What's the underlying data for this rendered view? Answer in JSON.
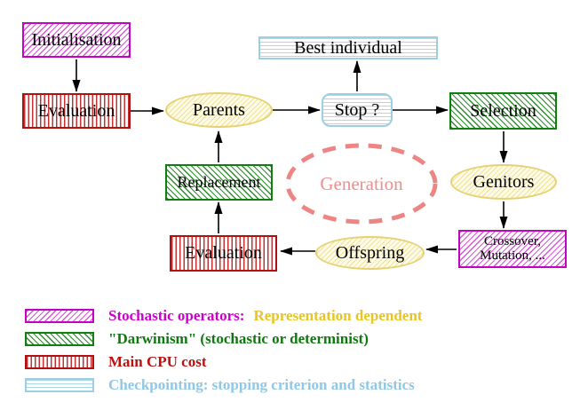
{
  "diagram": {
    "nodes": {
      "initialisation": {
        "label": "Initialisation"
      },
      "evaluation_top": {
        "label": "Evaluation"
      },
      "parents": {
        "label": "Parents"
      },
      "best_individual": {
        "label": "Best individual"
      },
      "stop": {
        "label": "Stop ?"
      },
      "selection": {
        "label": "Selection"
      },
      "genitors": {
        "label": "Genitors"
      },
      "replacement": {
        "label": "Replacement"
      },
      "evaluation_bottom": {
        "label": "Evaluation"
      },
      "offspring": {
        "label": "Offspring"
      },
      "crossover_mutation": {
        "line1": "Crossover,",
        "line2": "Mutation, ..."
      },
      "generation": {
        "label": "Generation"
      }
    },
    "legend": {
      "rows": [
        {
          "swatch": "magenta-diagonal-hatch",
          "primary": "Stochastic operators:",
          "secondary": "Representation dependent"
        },
        {
          "swatch": "green-diagonal-hatch",
          "primary": "\"Darwinism\" (stochastic or determinist)"
        },
        {
          "swatch": "red-vertical-stripes",
          "primary": "Main CPU cost"
        },
        {
          "swatch": "cyan-horizontal-stripes",
          "primary": "Checkpointing: stopping criterion and statistics"
        }
      ]
    },
    "colors": {
      "stochastic_magenta": "#cc00cc",
      "darwinism_green": "#117711",
      "cpu_cost_red": "#bb1111",
      "checkpointing_blue": "#8fc8e6",
      "representation_gold_text": "#e8c424",
      "yellow_node_border": "#e6d172",
      "generation_salmon": "#ee8585",
      "arrow_color": "#000000"
    }
  }
}
